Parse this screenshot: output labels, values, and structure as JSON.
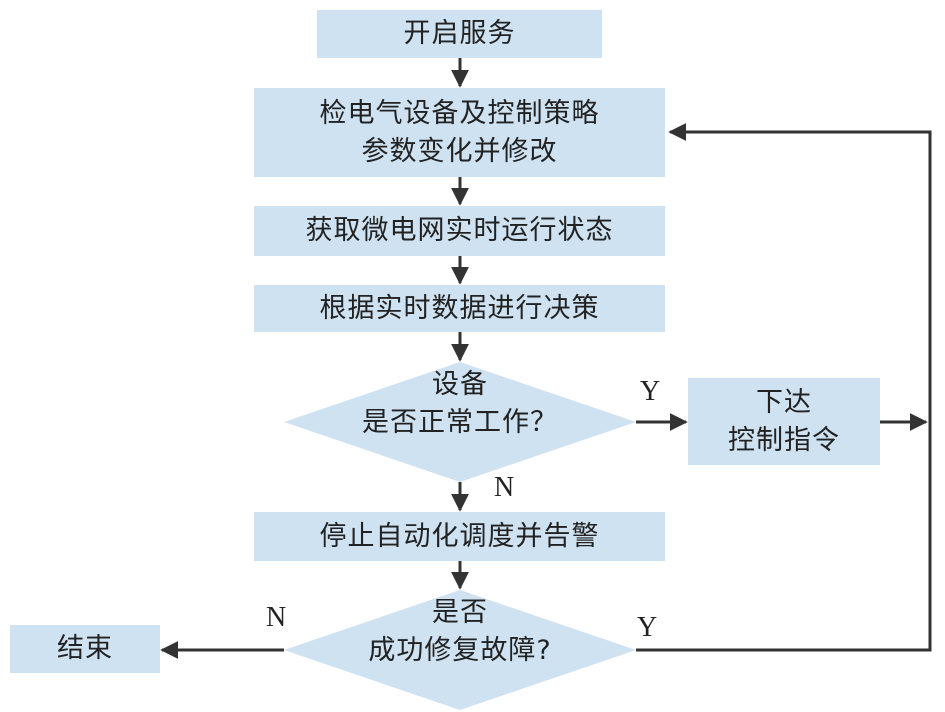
{
  "nodes": {
    "start": {
      "lines": [
        "开启服务"
      ]
    },
    "check_params": {
      "lines": [
        "检电气设备及控制策略",
        "参数变化并修改"
      ]
    },
    "get_status": {
      "lines": [
        "获取微电网实时运行状态"
      ]
    },
    "decide": {
      "lines": [
        "根据实时数据进行决策"
      ]
    },
    "device_ok": {
      "lines": [
        "设备",
        "是否正常工作？"
      ]
    },
    "issue_cmd": {
      "lines": [
        "下达",
        "控制指令"
      ]
    },
    "stop_alarm": {
      "lines": [
        "停止自动化调度并告警"
      ]
    },
    "repair_ok": {
      "lines": [
        "是否",
        "成功修复故障?"
      ]
    },
    "end": {
      "lines": [
        "结束"
      ]
    }
  },
  "edge_labels": {
    "device_ok_yes": "Y",
    "device_ok_no": "N",
    "repair_ok_no": "N",
    "repair_ok_yes": "Y"
  },
  "colors": {
    "node_fill": "#cfe2f1",
    "line": "#333333",
    "text": "#222222"
  }
}
